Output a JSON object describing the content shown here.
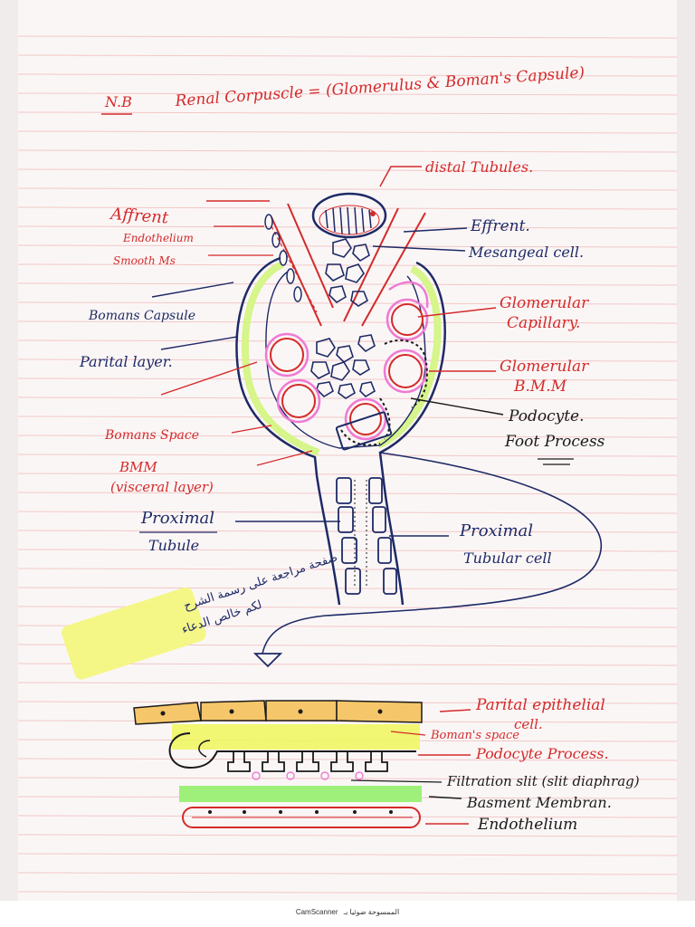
{
  "colors": {
    "paper": "#fbf6f6",
    "rule_line": "#f2c7c7",
    "red_ink": "#d42a2a",
    "blue_ink": "#1d2a66",
    "black_ink": "#1a1a1a",
    "capsule_green": "#d6f58a",
    "capillary_pink": "#ee7ad4",
    "epithelium_orange": "#f6c76a",
    "space_yellow": "#eef75a",
    "membrane_green": "#9ef07a",
    "highlighter_yellow": "#f3f77a"
  },
  "header": {
    "nb": "N.B",
    "title": "Renal Corpuscle = (Glomerulus & Boman's Capsule)"
  },
  "labels": {
    "distal_tubules": "distal Tubules.",
    "afferent": "Affrent",
    "endothelium_small": "Endothelium",
    "smooth_ms": "Smooth Ms",
    "efferent": "Effrent.",
    "mesangeal_cell": "Mesangeal cell.",
    "bomans_capsule": "Bomans Capsule",
    "glomerular_capillary_1": "Glomerular",
    "glomerular_capillary_2": "Capillary.",
    "parietal_layer": "Parital layer.",
    "glomerular_bmm_1": "Glomerular",
    "glomerular_bmm_2": "B.M.M",
    "bomans_space": "Bomans Space",
    "podocyte_1": "Podocyte.",
    "podocyte_2": "Foot Process",
    "bmm_1": "BMM",
    "bmm_2": "(visceral layer)",
    "proximal_tubule_1": "Proximal",
    "proximal_tubule_2": "Tubule",
    "proximal_cell_1": "Proximal",
    "proximal_cell_2": "Tubular cell"
  },
  "arabic_note": {
    "line1": "صفحة مراجعة على رسمة الشرح",
    "line2": "لكم خالص الدعاء"
  },
  "bottom_labels": {
    "parietal_epithelial_1": "Parital epithelial",
    "parietal_epithelial_2": "cell.",
    "bomans_space": "Boman's space",
    "podocyte_process": "Podocyte Process.",
    "filtration_slit": "Filtration slit (slit diaphrag)",
    "basement_membrane": "Basment Membran.",
    "endothelium": "Endothelium"
  },
  "footer": {
    "arabic": "الممسوحة ضوئيا بـ",
    "app": "CamScanner"
  }
}
